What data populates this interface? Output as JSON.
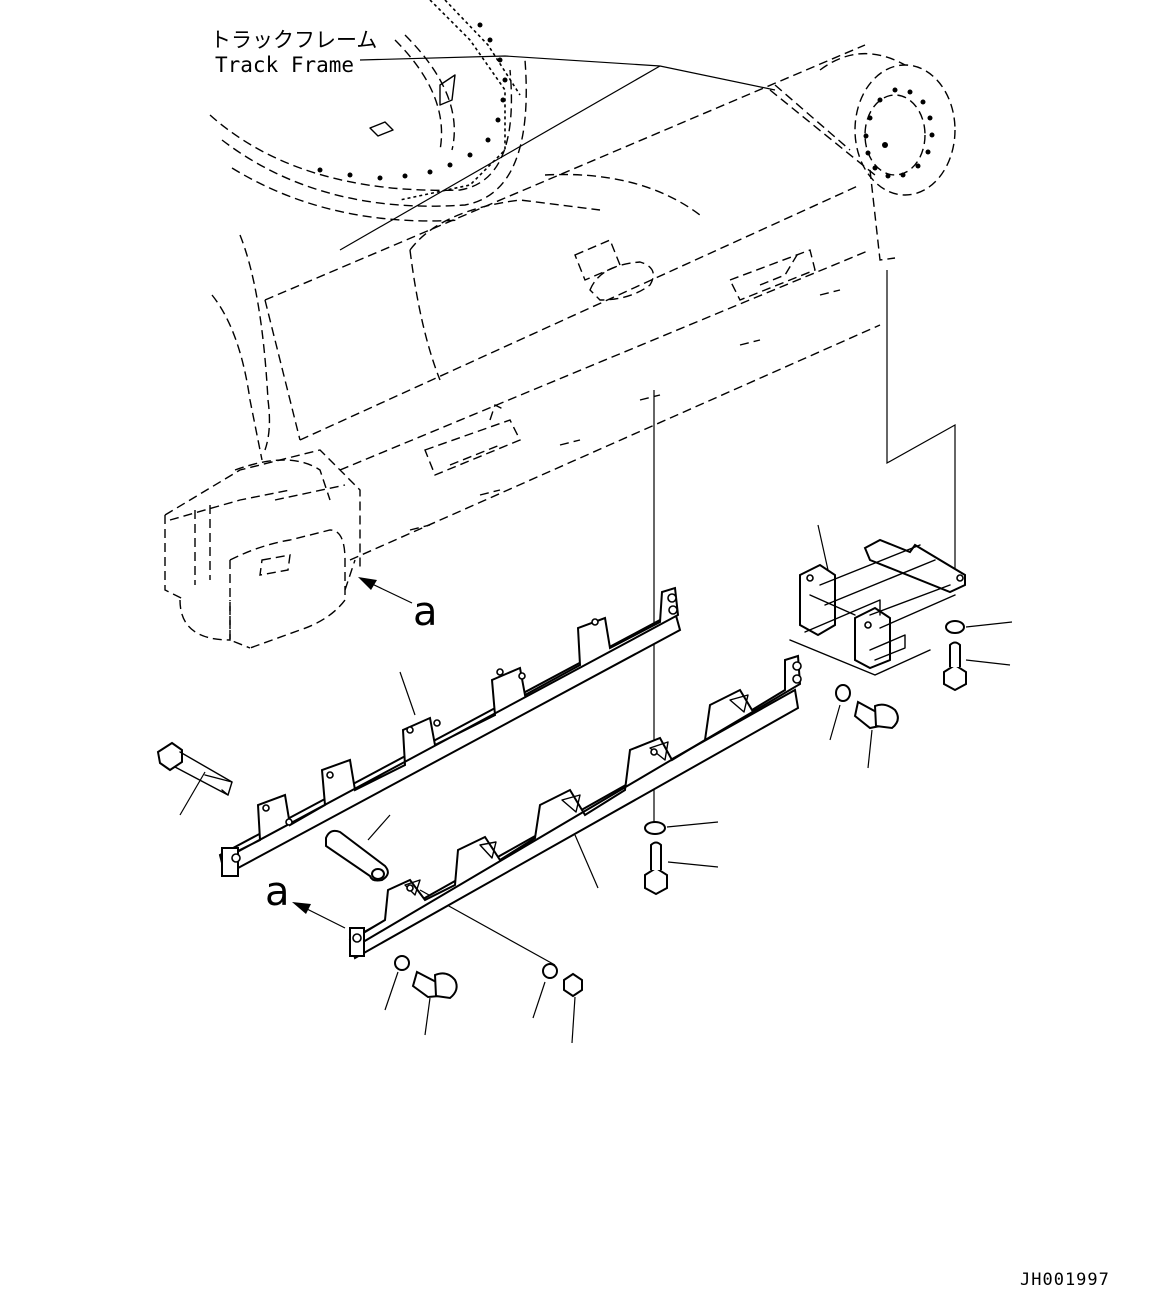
{
  "labels": {
    "part_name_jp": "トラックフレーム",
    "part_name_en": "Track Frame",
    "view_marker_upper": "a",
    "view_marker_lower": "a",
    "drawing_code": "JH001997"
  }
}
